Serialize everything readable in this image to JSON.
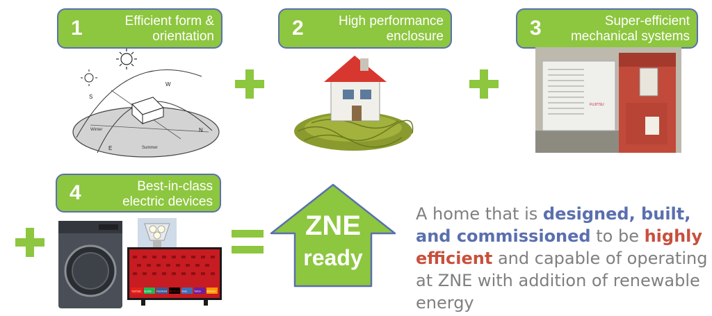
{
  "steps": [
    {
      "num": "1",
      "label_line1": "Efficient form &",
      "label_line2": "orientation"
    },
    {
      "num": "2",
      "label_line1": "High performance",
      "label_line2": "enclosure"
    },
    {
      "num": "3",
      "label_line1": "Super-efficient",
      "label_line2": "mechanical systems"
    },
    {
      "num": "4",
      "label_line1": "Best-in-class",
      "label_line2": "electric devices"
    }
  ],
  "sun_diagram": {
    "dir_w": "W",
    "dir_s": "S",
    "dir_n": "N",
    "dir_e": "E",
    "winter": "Winter",
    "summer": "Summer"
  },
  "ac_brand": "FUJITSU",
  "tv_apps": [
    "YouTube",
    "Spotify",
    "Facebook",
    "NETFLIX",
    "Vudu",
    "Yahoo",
    "Amazon"
  ],
  "zne": {
    "line1": "ZNE",
    "line2": "ready"
  },
  "description": {
    "part1": "A home that is ",
    "bold_blue": "designed, built, and commissioned",
    "part2": " to be ",
    "bold_red": "highly efficient",
    "part3": " and capable of operating at ZNE with addition of renewable energy"
  },
  "colors": {
    "green": "#8dc63f",
    "border_blue": "#5a6fae",
    "highlight_red": "#c8503c",
    "text_gray": "#7f7f7f"
  }
}
